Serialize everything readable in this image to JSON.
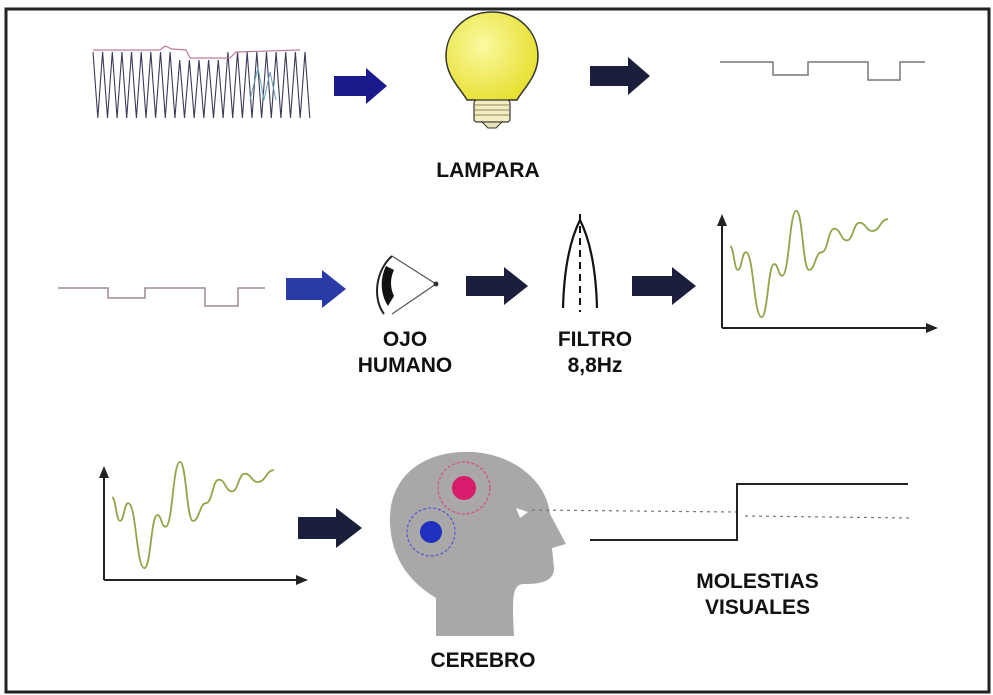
{
  "labels": {
    "lamp": "LAMPARA",
    "eye_line1": "OJO",
    "eye_line2": "HUMANO",
    "filter_line1": "FILTRO",
    "filter_line2": "8,8Hz",
    "brain": "CEREBRO",
    "effect_line1": "MOLESTIAS",
    "effect_line2": "VISUALES"
  },
  "icons": {
    "input_signal": "modulated-voltage-waveform-icon",
    "lamp": "light-bulb-icon",
    "eye": "eye-icon",
    "filter": "bandpass-filter-icon",
    "brain": "head-with-gears-icon"
  },
  "colors": {
    "arrow_blue": "#1a1a8c",
    "arrow_dark": "#1c1f3c",
    "bulb_yellow": "#f2ee4a",
    "head_gray": "#a9a7a8",
    "gear_red": "#d81b6b",
    "gear_blue": "#1f2fbf",
    "signal_green": "#8fa64a"
  }
}
